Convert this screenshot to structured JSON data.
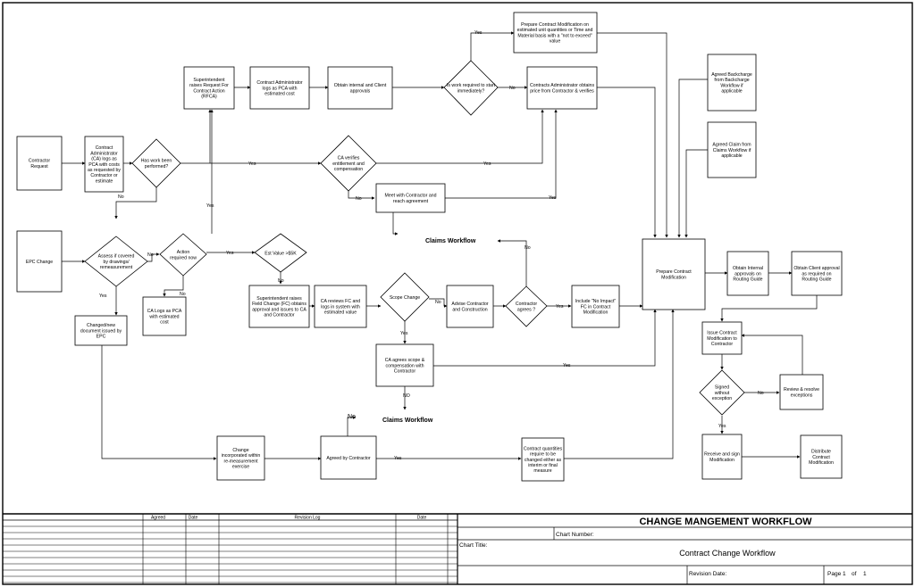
{
  "nodes": {
    "contractor_request": "Contractor Request",
    "ca_logs_pca": "Contract Administrator (CA) logs as PCA with costs as requested by Contractor or estimate",
    "has_work_performed": "Has work been performed?",
    "superintendent_rfca": "Superintendent raises Request For Contract Action (RFCA)",
    "ca_logs_pca_cost": "Contract Administrator logs as PCA with estimated cost",
    "obtain_approvals": "Obtain internal and Client approvals",
    "work_required_start": "Is work required to start immediately?",
    "prepare_mod_estimated": "Prepare Contract Modification on estimated unit quantities or Time and Material basis with a \"not to exceed\" value",
    "ca_obtains_price": "Contracts Administrator obtains price from Contractor & verifies",
    "agreed_backcharge": "Agreed Backcharge from Backcharge Workflow if applicable",
    "agreed_claim": "Agreed Claim from Claims Workflow if applicable",
    "ca_verifies_entitlement": "CA verifies entitlement and compensation",
    "meet_contractor": "Meet with Contractor and reach agreement",
    "epc_change": "EPC Change",
    "assess_covered": "Assess if covered by drawings/ remeasurement",
    "action_required": "Action required now",
    "est_value": "Est Value >$5K",
    "ca_logs_pca_est": "CA Logs as PCA with estimated cost",
    "superintendent_fc": "Superintendent raises Field Change (FC) obtains approval and issues to CA and Contractor",
    "ca_reviews_fc": "CA reviews FC and logs in system with estimated value",
    "scope_change": "Scope Change",
    "advise_contractor": "Advise Contractor and Construction",
    "contractor_agrees": "Contractor agrees ?",
    "include_no_impact": "Include \"No Impact\" FC in Contract Modification",
    "prepare_mod": "Prepare Contract Modification",
    "obtain_internal_routing": "Obtain Internal approvals on Routing Guide",
    "obtain_client_routing": "Obtain Client approval as required on Routing Guide",
    "changed_doc_epc": "Changed/new document issued by EPC",
    "ca_agrees_scope": "CA agrees scope & compensation with Contractor",
    "issue_mod": "Issue Contract Modification to Contractor",
    "signed_without_exception": "Signed without exception",
    "review_resolve": "Review & resolve exceptions",
    "change_incorporated": "Change incorporated within re-measurement exercise",
    "agreed_by_contractor": "Agreed by Contractor",
    "contract_quantities": "Contract quantities require to be changed either as interim or final measure",
    "receive_sign": "Receive and sign Modification",
    "distribute_mod": "Distribute Contract Modification"
  },
  "refs": {
    "claims_workflow_1": "Claims Workflow",
    "claims_workflow_2": "Claims Workflow"
  },
  "labels": {
    "yes": "Yes",
    "no": "No",
    "no_caps": "NO"
  },
  "title_block": {
    "headers": {
      "agreed": "Agreed",
      "date": "Date",
      "revision_log": "Revision Log",
      "date2": "Date"
    },
    "main_title": "CHANGE MANGEMENT WORKFLOW",
    "chart_number_label": "Chart Number:",
    "chart_title_label": "Chart Title:",
    "chart_title": "Contract Change Workflow",
    "revision_date_label": "Revision Date:",
    "page_label": "Page",
    "page_num": "1",
    "of_label": "of",
    "page_total": "1"
  }
}
